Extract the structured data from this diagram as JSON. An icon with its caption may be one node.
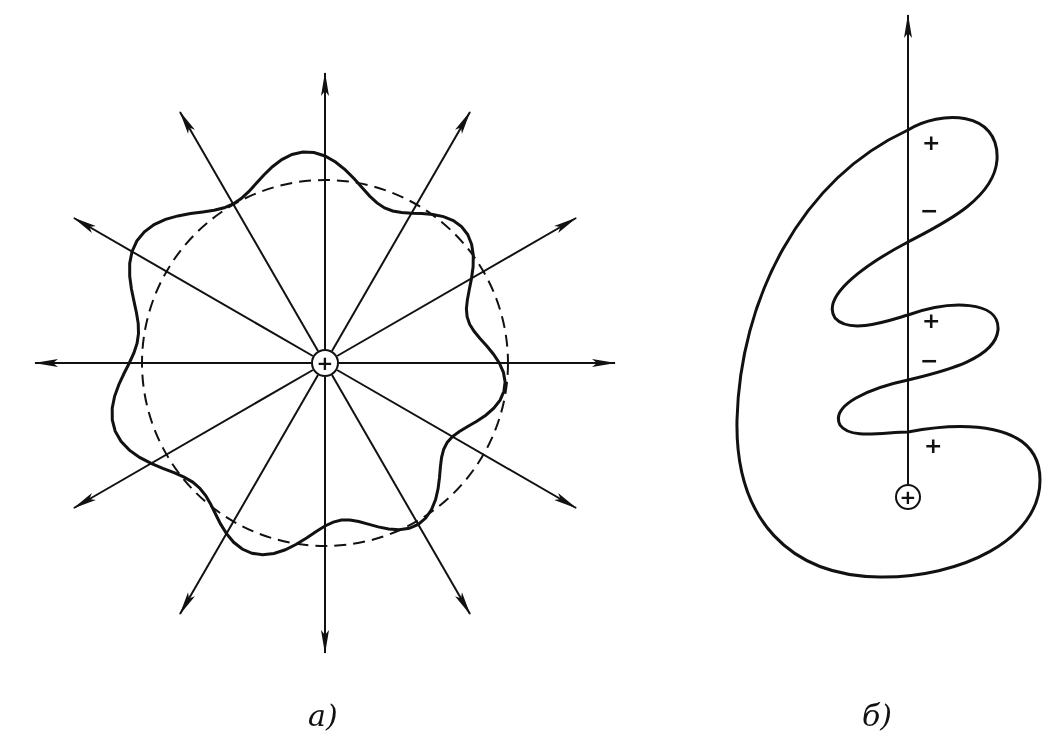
{
  "diagram": {
    "nodes": [
      {
        "text": [
          "+"
        ]
      },
      {
        "text": [
          "+"
        ]
      }
    ],
    "edges": [
      {
        "from": 0,
        "to": null,
        "arrow": "to"
      },
      {
        "from": 0,
        "to": null,
        "arrow": "to"
      },
      {
        "from": 0,
        "to": null,
        "arrow": "to"
      },
      {
        "from": 0,
        "to": null,
        "arrow": "to"
      },
      {
        "from": 0,
        "to": null,
        "arrow": "to"
      },
      {
        "from": 0,
        "to": null,
        "arrow": "to"
      },
      {
        "from": 0,
        "to": null,
        "arrow": "to"
      },
      {
        "from": 0,
        "to": null,
        "arrow": "to"
      },
      {
        "from": 0,
        "to": null,
        "arrow": "to"
      },
      {
        "from": 0,
        "to": null,
        "arrow": "to"
      },
      {
        "from": 0,
        "to": null,
        "arrow": "to"
      },
      {
        "from": 0,
        "to": null,
        "arrow": "to"
      },
      {
        "from": 1,
        "to": null,
        "arrow": "to"
      }
    ],
    "labels": [
      "+",
      "−",
      "+",
      "−",
      "+",
      "а)",
      "б)"
    ]
  }
}
